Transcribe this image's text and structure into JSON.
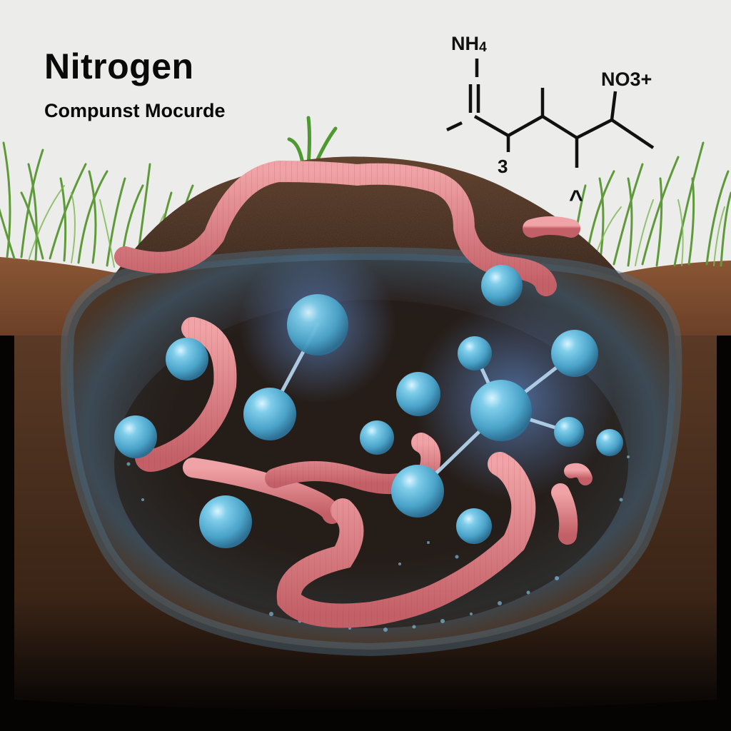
{
  "header": {
    "title": "Nitrogen",
    "subtitle": "Compunst Mocurde"
  },
  "formula": {
    "label_top": "NH",
    "label_top_sub": "4",
    "label_right": "NO3+",
    "label_number": "3",
    "label_caret": "^"
  },
  "colors": {
    "background": "#ececea",
    "grass": "#5e9a3a",
    "soil_surface": "#7a4a2c",
    "soil_dark": "#2a1a12",
    "worm": "#d9787c",
    "molecule": "#5fb6d8",
    "glow": "#6fa8ff"
  },
  "scene": {
    "molecule_count": 14,
    "worm_count": 6,
    "icons": [
      "nitrogen-molecule-icon",
      "earthworm-icon",
      "grass-icon",
      "soil-cross-section-icon"
    ]
  }
}
